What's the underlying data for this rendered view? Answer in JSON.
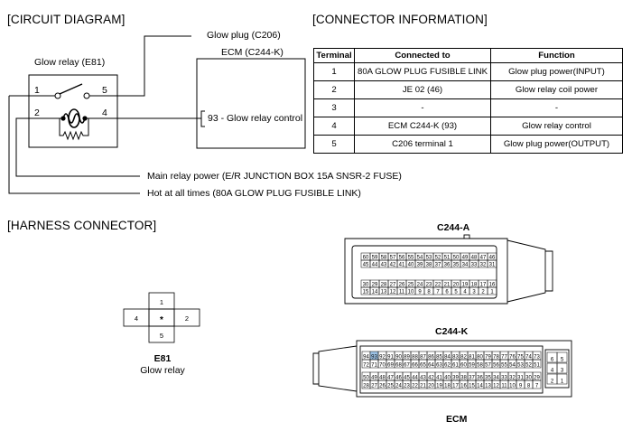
{
  "circuit": {
    "title": "[CIRCUIT DIAGRAM]",
    "relay_label": "Glow relay (E81)",
    "glow_plug_label": "Glow plug (C206)",
    "ecm_label": "ECM (C244-K)",
    "ecm_pin": "93 - Glow relay control",
    "pins": [
      "1",
      "5",
      "2",
      "4"
    ],
    "main_relay_power": "Main relay power (E/R JUNCTION BOX 15A SNSR-2 FUSE)",
    "hot_at_all_times": "Hot at all times (80A GLOW PLUG FUSIBLE LINK)"
  },
  "connector_info": {
    "title": "[CONNECTOR INFORMATION]",
    "headers": [
      "Terminal",
      "Connected to",
      "Function"
    ],
    "rows": [
      {
        "terminal": "1",
        "connected": "80A GLOW PLUG FUSIBLE LINK",
        "function": "Glow plug power(INPUT)"
      },
      {
        "terminal": "2",
        "connected": "JE 02 (46)",
        "function": "Glow relay coil power"
      },
      {
        "terminal": "3",
        "connected": "-",
        "function": "-"
      },
      {
        "terminal": "4",
        "connected": "ECM C244-K (93)",
        "function": "Glow relay control"
      },
      {
        "terminal": "5",
        "connected": "C206 terminal 1",
        "function": "Glow plug power(OUTPUT)"
      }
    ]
  },
  "harness": {
    "title": "[HARNESS CONNECTOR]",
    "e81": {
      "pins": {
        "top": "1",
        "left": "4",
        "center": "*",
        "right": "2",
        "bottom": "5"
      },
      "name": "E81",
      "desc": "Glow relay"
    },
    "c244a": {
      "name": "C244-A",
      "row1": [
        "60",
        "59",
        "58",
        "57",
        "56",
        "55",
        "54",
        "53",
        "52",
        "51",
        "50",
        "49",
        "48",
        "47",
        "46"
      ],
      "row2": [
        "45",
        "44",
        "43",
        "42",
        "41",
        "40",
        "39",
        "38",
        "37",
        "36",
        "35",
        "34",
        "33",
        "32",
        "31"
      ],
      "row3": [
        "30",
        "29",
        "28",
        "27",
        "26",
        "25",
        "24",
        "23",
        "22",
        "21",
        "20",
        "19",
        "18",
        "17",
        "16"
      ],
      "row4": [
        "15",
        "14",
        "13",
        "12",
        "11",
        "10",
        "9",
        "8",
        "7",
        "6",
        "5",
        "4",
        "3",
        "2",
        "1"
      ]
    },
    "c244k": {
      "name": "C244-K",
      "row1": [
        "94",
        "93",
        "92",
        "91",
        "90",
        "89",
        "88",
        "87",
        "86",
        "85",
        "84",
        "83",
        "82",
        "81",
        "80",
        "79",
        "78",
        "77",
        "76",
        "75",
        "74",
        "73"
      ],
      "row2": [
        "72",
        "71",
        "70",
        "69",
        "68",
        "67",
        "66",
        "65",
        "64",
        "63",
        "62",
        "61",
        "60",
        "59",
        "58",
        "57",
        "56",
        "55",
        "54",
        "53",
        "52",
        "51"
      ],
      "row3": [
        "50",
        "49",
        "48",
        "47",
        "46",
        "45",
        "44",
        "43",
        "42",
        "41",
        "40",
        "39",
        "38",
        "37",
        "36",
        "35",
        "34",
        "33",
        "32",
        "31",
        "30",
        "29"
      ],
      "row4": [
        "28",
        "27",
        "26",
        "25",
        "24",
        "23",
        "22",
        "21",
        "20",
        "19",
        "18",
        "17",
        "16",
        "15",
        "14",
        "13",
        "12",
        "11",
        "10",
        "9",
        "8",
        "7"
      ],
      "side": [
        [
          "6",
          "5"
        ],
        [
          "4",
          "3"
        ],
        [
          "2",
          "1"
        ]
      ],
      "highlight": "93"
    },
    "ecm_label": "ECM"
  }
}
